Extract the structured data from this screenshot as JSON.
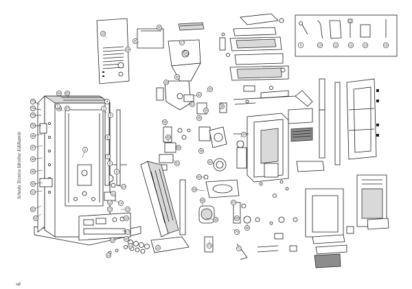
{
  "sheet": {
    "side_title": "Schedu Tecnica Idroline Edilkamin",
    "page_number": "6"
  },
  "callouts": [
    "42",
    "43",
    "44",
    "45",
    "46",
    "47",
    "48",
    "49",
    "50",
    "51",
    "52",
    "53",
    "54",
    "55",
    "56",
    "57",
    "1",
    "2",
    "3",
    "4",
    "5",
    "6",
    "7",
    "8",
    "9",
    "10",
    "11",
    "12",
    "13",
    "14",
    "15",
    "16",
    "17",
    "18",
    "19",
    "20",
    "21",
    "22",
    "23",
    "24",
    "25",
    "26",
    "27",
    "28",
    "29",
    "30",
    "31",
    "32",
    "33",
    "34",
    "35",
    "36",
    "37",
    "38",
    "58",
    "59",
    "60",
    "61",
    "62",
    "63",
    "64",
    "65",
    "66",
    "67",
    "68",
    "69",
    "70",
    "71",
    "72",
    "73",
    "74",
    "75",
    "76"
  ],
  "tools_box": [
    "6",
    "10",
    "11",
    "12",
    "13",
    "15"
  ]
}
